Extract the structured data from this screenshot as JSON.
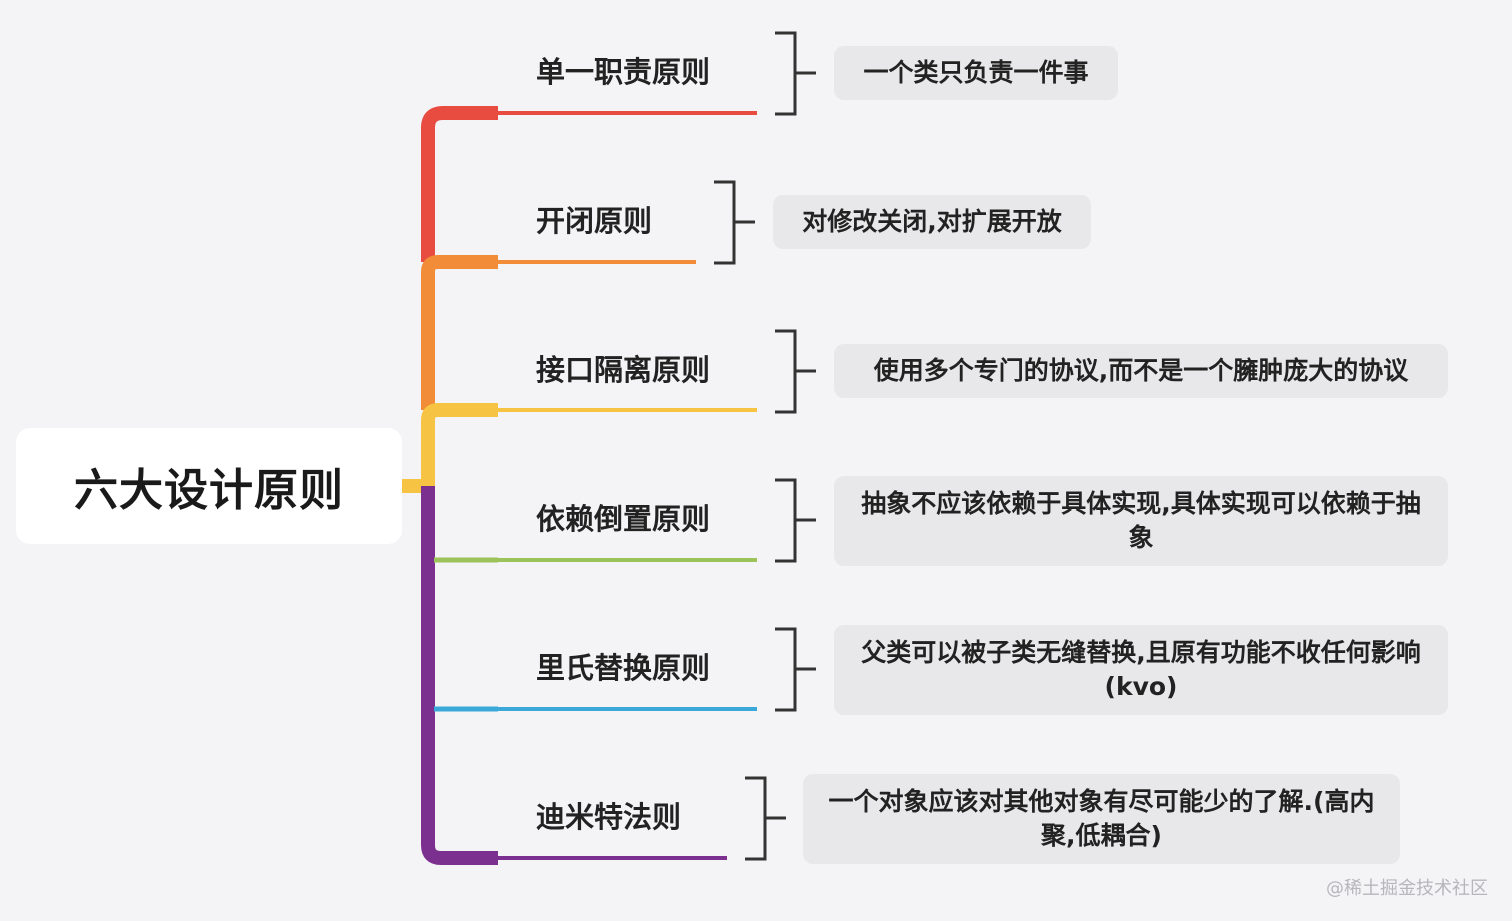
{
  "root": {
    "label": "六大设计原则"
  },
  "principles": [
    {
      "topic": "单一职责原则",
      "description": "一个类只负责一件事",
      "color": "#e84b40"
    },
    {
      "topic": "开闭原则",
      "description": "对修改关闭,对扩展开放",
      "color": "#f28c38"
    },
    {
      "topic": "接口隔离原则",
      "description": "使用多个专门的协议,而不是一个臃肿庞大的协议",
      "color": "#f6c343"
    },
    {
      "topic": "依赖倒置原则",
      "description": "抽象不应该依赖于具体实现,具体实现可以依赖于抽象",
      "color": "#9cc35a"
    },
    {
      "topic": "里氏替换原则",
      "description": "父类可以被子类无缝替换,且原有功能不收任何影响(kvo)",
      "color": "#3aa9d9"
    },
    {
      "topic": "迪米特法则",
      "description": "一个对象应该对其他对象有尽可能少的了解.(高内聚,低耦合)",
      "color": "#7b2f8f"
    }
  ],
  "watermark": "@稀土掘金技术社区"
}
